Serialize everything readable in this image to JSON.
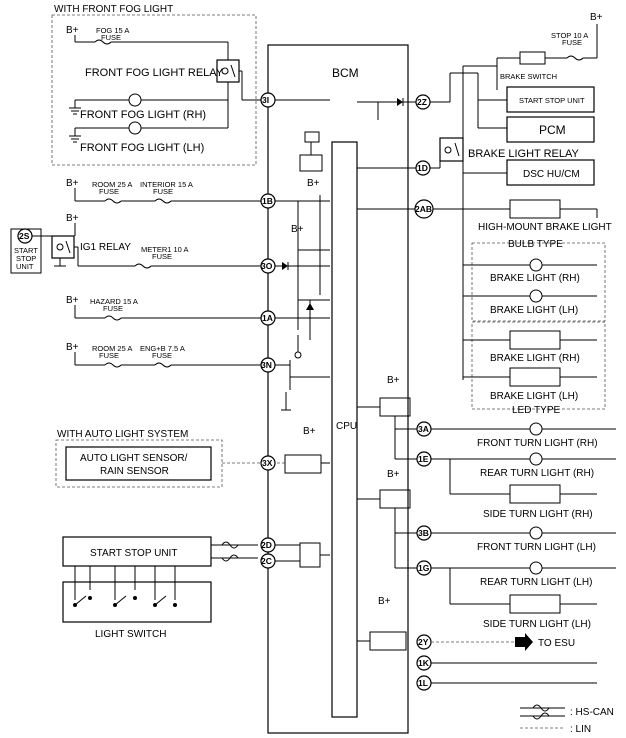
{
  "groups": {
    "front_fog": "WITH FRONT FOG LIGHT",
    "auto_light": "WITH AUTO LIGHT SYSTEM",
    "bulb_type": "BULB TYPE",
    "led_type": "LED TYPE"
  },
  "power": "B+",
  "fuses": {
    "fog": [
      "FOG 15 A",
      "FUSE"
    ],
    "stop": [
      "STOP 10 A",
      "FUSE"
    ],
    "room1": [
      "ROOM 25 A",
      "FUSE"
    ],
    "interior": [
      "INTERIOR 15 A",
      "FUSE"
    ],
    "meter1": [
      "METER1 10 A",
      "FUSE"
    ],
    "hazard": [
      "HAZARD 15 A",
      "FUSE"
    ],
    "room2": [
      "ROOM 25 A",
      "FUSE"
    ],
    "engb": [
      "ENG+B 7.5 A",
      "FUSE"
    ]
  },
  "components": {
    "bcm": "BCM",
    "cpu": "CPU",
    "front_fog_relay": "FRONT FOG LIGHT RELAY",
    "front_fog_rh": "FRONT FOG LIGHT (RH)",
    "front_fog_lh": "FRONT FOG LIGHT (LH)",
    "brake_switch": "BRAKE SWITCH",
    "start_stop_unit_box": "START STOP UNIT",
    "pcm": "PCM",
    "brake_light_relay": "BRAKE LIGHT RELAY",
    "dsc": "DSC HU/CM",
    "high_mount": "HIGH-MOUNT BRAKE LIGHT",
    "brake_rh": "BRAKE LIGHT (RH)",
    "brake_lh": "BRAKE LIGHT (LH)",
    "brake_led_rh": "BRAKE LIGHT (RH)",
    "brake_led_lh": "BRAKE LIGHT (LH)",
    "ig1_relay": "IG1 RELAY",
    "ssu_small": [
      "START",
      "STOP",
      "UNIT"
    ],
    "ssu_pin": "2S",
    "auto_sensor": [
      "AUTO LIGHT SENSOR/",
      "RAIN SENSOR"
    ],
    "front_turn_rh": "FRONT TURN LIGHT (RH)",
    "rear_turn_rh": "REAR TURN LIGHT (RH)",
    "side_turn_rh": "SIDE TURN LIGHT (RH)",
    "front_turn_lh": "FRONT TURN LIGHT (LH)",
    "rear_turn_lh": "REAR TURN LIGHT (LH)",
    "side_turn_lh": "SIDE TURN LIGHT (LH)",
    "start_stop_bottom": "START STOP UNIT",
    "light_switch": "LIGHT SWITCH",
    "to_esu": "TO ESU"
  },
  "pins": {
    "p3I": "3I",
    "p1B": "1B",
    "p3O": "3O",
    "p1A": "1A",
    "p3N": "3N",
    "p3X": "3X",
    "p2D": "2D",
    "p2C": "2C",
    "p2Z": "2Z",
    "p1D": "1D",
    "p2AB": "2AB",
    "p3A": "3A",
    "p1E": "1E",
    "p3B": "3B",
    "p1G": "1G",
    "p2Y": "2Y",
    "p1K": "1K",
    "p1L": "1L"
  },
  "legend": {
    "hscan": ": HS-CAN",
    "lin": ": LIN"
  }
}
